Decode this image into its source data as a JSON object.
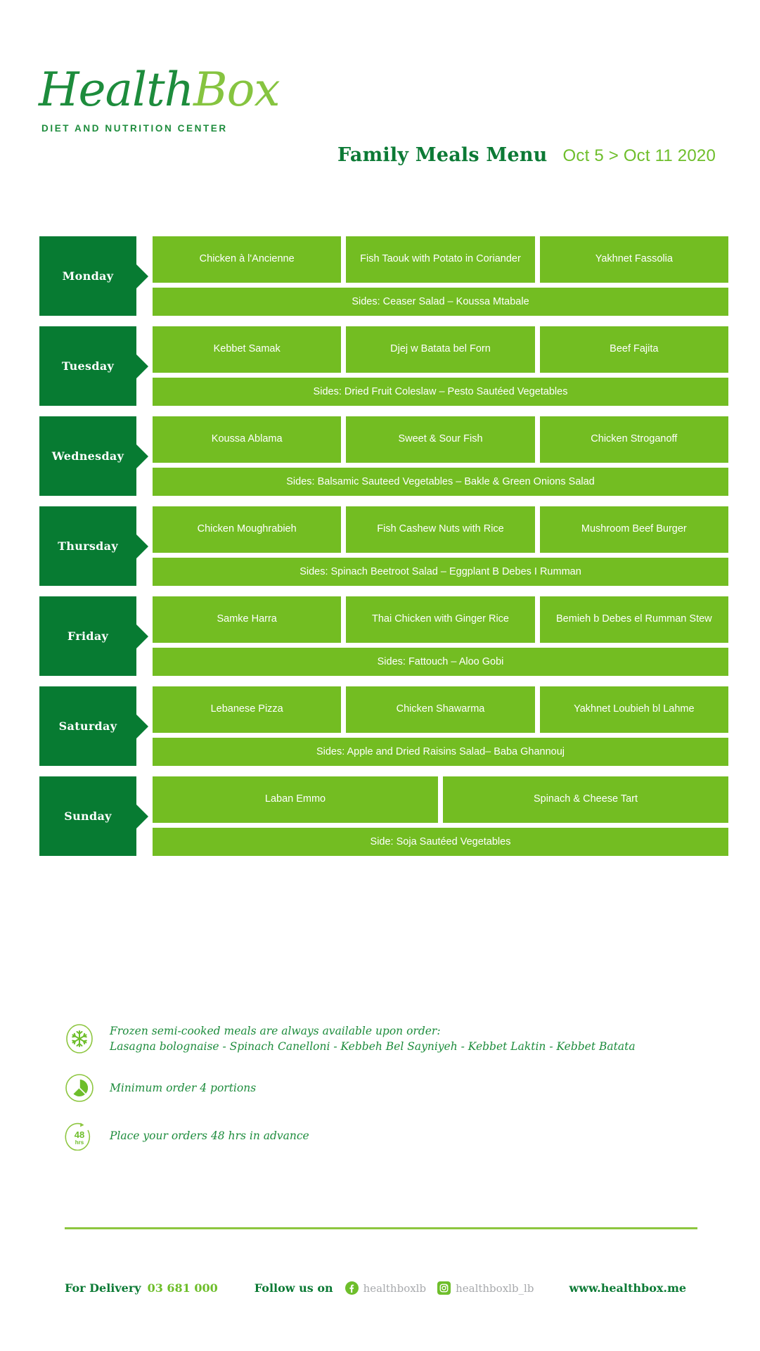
{
  "brand": {
    "logo_health": "Health",
    "logo_box": "Box",
    "tagline": "DIET AND NUTRITION CENTER",
    "color_dark_green": "#077b32",
    "color_mid_green": "#1d8c3c",
    "color_bright_green": "#73bd22",
    "color_light_green": "#6ebe2b"
  },
  "header": {
    "title": "Family Meals Menu",
    "dates": "Oct 5 > Oct 11 2020"
  },
  "menu": {
    "days": [
      {
        "day": "Monday",
        "meals": [
          "Chicken à l'Ancienne",
          "Fish Taouk with Potato in Coriander",
          "Yakhnet Fassolia"
        ],
        "sides": "Sides: Ceaser Salad – Koussa Mtabale"
      },
      {
        "day": "Tuesday",
        "meals": [
          "Kebbet Samak",
          "Djej w Batata bel Forn",
          "Beef Fajita"
        ],
        "sides": "Sides: Dried Fruit Coleslaw – Pesto Sautéed Vegetables"
      },
      {
        "day": "Wednesday",
        "meals": [
          "Koussa Ablama",
          "Sweet & Sour Fish",
          "Chicken Stroganoff"
        ],
        "sides": "Sides: Balsamic Sauteed Vegetables – Bakle & Green Onions Salad"
      },
      {
        "day": "Thursday",
        "meals": [
          "Chicken Moughrabieh",
          "Fish Cashew Nuts with Rice",
          "Mushroom Beef Burger"
        ],
        "sides": "Sides: Spinach Beetroot Salad – Eggplant B Debes I Rumman"
      },
      {
        "day": "Friday",
        "meals": [
          "Samke Harra",
          "Thai Chicken with Ginger Rice",
          "Bemieh b Debes el Rumman Stew"
        ],
        "sides": "Sides: Fattouch – Aloo Gobi"
      },
      {
        "day": "Saturday",
        "meals": [
          "Lebanese Pizza",
          "Chicken Shawarma",
          "Yakhnet Loubieh bl Lahme"
        ],
        "sides": "Sides: Apple and Dried Raisins Salad– Baba Ghannouj"
      },
      {
        "day": "Sunday",
        "meals": [
          "Laban Emmo",
          "Spinach & Cheese Tart"
        ],
        "sides": "Side: Soja Sautéed Vegetables"
      }
    ]
  },
  "notes": [
    {
      "icon": "snowflake-icon",
      "line1": "Frozen semi-cooked meals are always available upon order:",
      "line2": "Lasagna bolognaise - Spinach Canelloni - Kebbeh Bel Sayniyeh - Kebbet Laktin - Kebbet Batata"
    },
    {
      "icon": "pie-chart-icon",
      "line1": "Minimum order 4 portions",
      "line2": ""
    },
    {
      "icon": "48-hours-icon",
      "line1": "Place your orders 48 hrs in advance",
      "line2": ""
    }
  ],
  "note_icon_labels": {
    "hours_number": "48",
    "hours_unit": "hrs"
  },
  "footer": {
    "delivery_label": "For Delivery",
    "phone": "03 681 000",
    "follow_label": "Follow us on",
    "facebook_handle": "healthboxlb",
    "instagram_handle": "healthboxlb_lb",
    "website": "www.healthbox.me"
  }
}
